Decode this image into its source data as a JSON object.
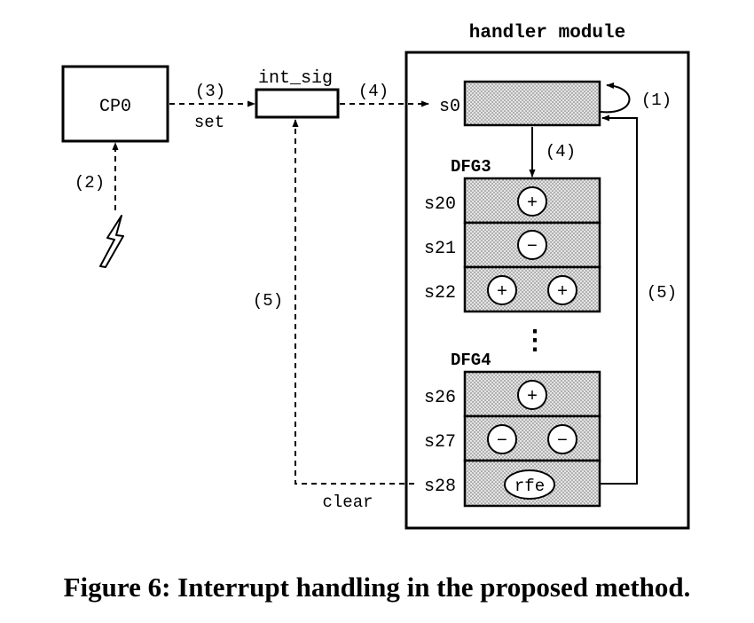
{
  "modules": {
    "cp0": {
      "label": "CP0"
    },
    "int_sig": {
      "label": "int_sig"
    },
    "handler": {
      "title": "handler module"
    }
  },
  "edges": {
    "interrupt_label": "(2)",
    "set_step": "(3)",
    "set_label": "set",
    "signal_step": "(4)",
    "self_loop_step": "(1)",
    "enter_step": "(4)",
    "return_step": "(5)",
    "clear_step": "(5)",
    "clear_label": "clear"
  },
  "groups": {
    "dfg3": "DFG3",
    "dfg4": "DFG4",
    "ellipsis": "⋮"
  },
  "states": {
    "s0": {
      "label": "s0"
    },
    "s20": {
      "label": "s20",
      "ops": [
        "+"
      ]
    },
    "s21": {
      "label": "s21",
      "ops": [
        "−"
      ]
    },
    "s22": {
      "label": "s22",
      "ops": [
        "+",
        "+"
      ]
    },
    "s26": {
      "label": "s26",
      "ops": [
        "+"
      ]
    },
    "s27": {
      "label": "s27",
      "ops": [
        "−",
        "−"
      ]
    },
    "s28": {
      "label": "s28",
      "ops": [
        "rfe"
      ]
    }
  },
  "caption": "Figure 6: Interrupt handling in the proposed method."
}
